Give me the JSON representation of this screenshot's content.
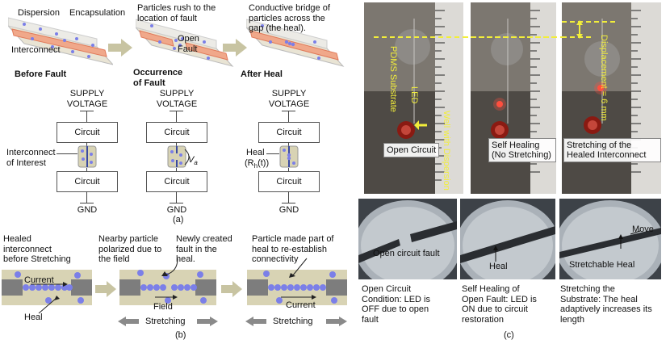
{
  "panel_a": {
    "top_labels": {
      "dispersion": "Dispersion",
      "encapsulation": "Encapsulation",
      "interconnect": "Interconnect",
      "particles_rush": "Particles rush to the\nlocation of fault",
      "open_fault": "Open\nFault",
      "conductive_bridge": "Conductive bridge of\nparticles across the\ngap (the heal)."
    },
    "stage_titles": [
      "Before Fault",
      "Occurrence\nof Fault",
      "After Heal"
    ],
    "supply": "SUPPLY\nVOLTAGE",
    "circuit": "Circuit",
    "gnd": "GND",
    "interconnect_of_interest": "Interconnect\nof Interest",
    "va": "V",
    "va_sub": "a",
    "heal": "Heal",
    "heal_r": "(R",
    "heal_r_sub": "h",
    "heal_r_tail": "(t))",
    "caption": "(a)"
  },
  "panel_b": {
    "label1": "Healed\ninterconnect\nbefore Stretching",
    "label2": "Nearby particle\npolarized due to\nthe field",
    "label3": "Newly created\nfault in the\nheal.",
    "label4": "Particle made part of\nheal to re-establish\nconnectivity",
    "current": "Current",
    "heal": "Heal",
    "field": "Field",
    "stretching": "Stretching",
    "caption": "(b)"
  },
  "panel_c": {
    "photo_labels": {
      "pdms": "PDMS Substrate",
      "led": "LED",
      "well": "Well with\nDispersion",
      "displacement": "Displacement = 6 mm"
    },
    "photo_boxes": [
      "Open\nCircuit",
      "Self Healing\n(No\nStretching)",
      "Stretching of\nthe Healed\nInterconnect"
    ],
    "micro_labels": {
      "open_circuit_fault": "Open\ncircuit fault",
      "heal": "Heal",
      "move": "Move",
      "stretchable_heal": "Stretchable Heal"
    },
    "captions": [
      "Open Circuit\nCondition: LED is\nOFF due to open\nfault",
      "Self Healing of\nOpen Fault: LED is\nON due to circuit\nrestoration",
      "Stretching the\nSubstrate: The heal\nadaptively increases its\nlength"
    ],
    "caption": "(c)"
  },
  "colors": {
    "particle": "#7b7fe8",
    "trace": "#f0a88a",
    "substrate": "#d8d3b4",
    "arrow": "#c8c4a2",
    "led_label": "#f2ee3a"
  }
}
